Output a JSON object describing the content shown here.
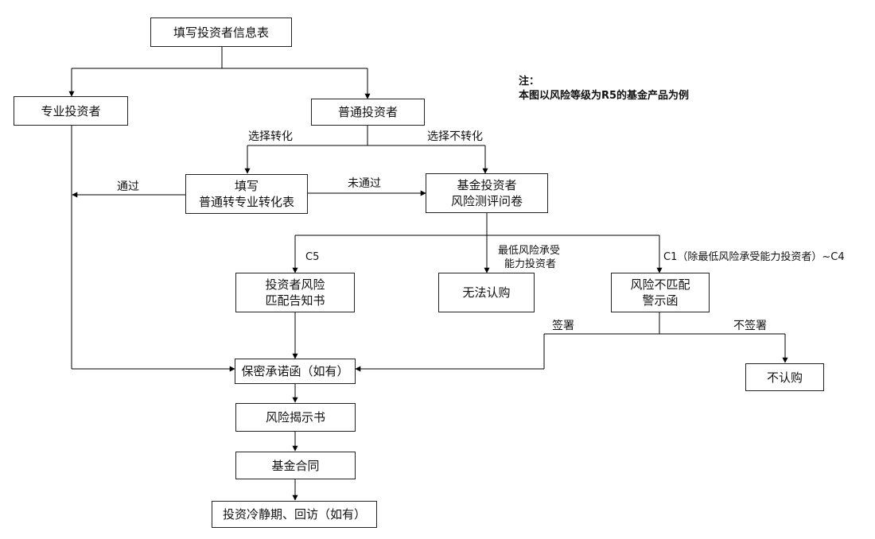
{
  "nodes": {
    "fill_info": "填写投资者信息表",
    "professional": "专业投资者",
    "ordinary": "普通投资者",
    "convert_form_line1": "填写",
    "convert_form_line2": "普通转专业转化表",
    "questionnaire_line1": "基金投资者",
    "questionnaire_line2": "风险测评问卷",
    "match_notice_line1": "投资者风险",
    "match_notice_line2": "匹配告知书",
    "cannot_subscribe": "无法认购",
    "mismatch_warning_line1": "风险不匹配",
    "mismatch_warning_line2": "警示函",
    "confidentiality": "保密承诺函（如有）",
    "risk_disclosure": "风险揭示书",
    "fund_contract": "基金合同",
    "cooling_off": "投资冷静期、回访（如有）",
    "no_subscribe": "不认购"
  },
  "labels": {
    "choose_convert": "选择转化",
    "choose_not_convert": "选择不转化",
    "passed": "通过",
    "not_passed": "未通过",
    "c5": "C5",
    "lowest_risk_line1": "最低风险承受",
    "lowest_risk_line2": "能力投资者",
    "c1_c4": "C1（除最低风险承受能力投资者）~C4",
    "sign": "签署",
    "not_sign": "不签署"
  },
  "note": {
    "title": "注：",
    "text": "本图以风险等级为R5的基金产品为例"
  }
}
